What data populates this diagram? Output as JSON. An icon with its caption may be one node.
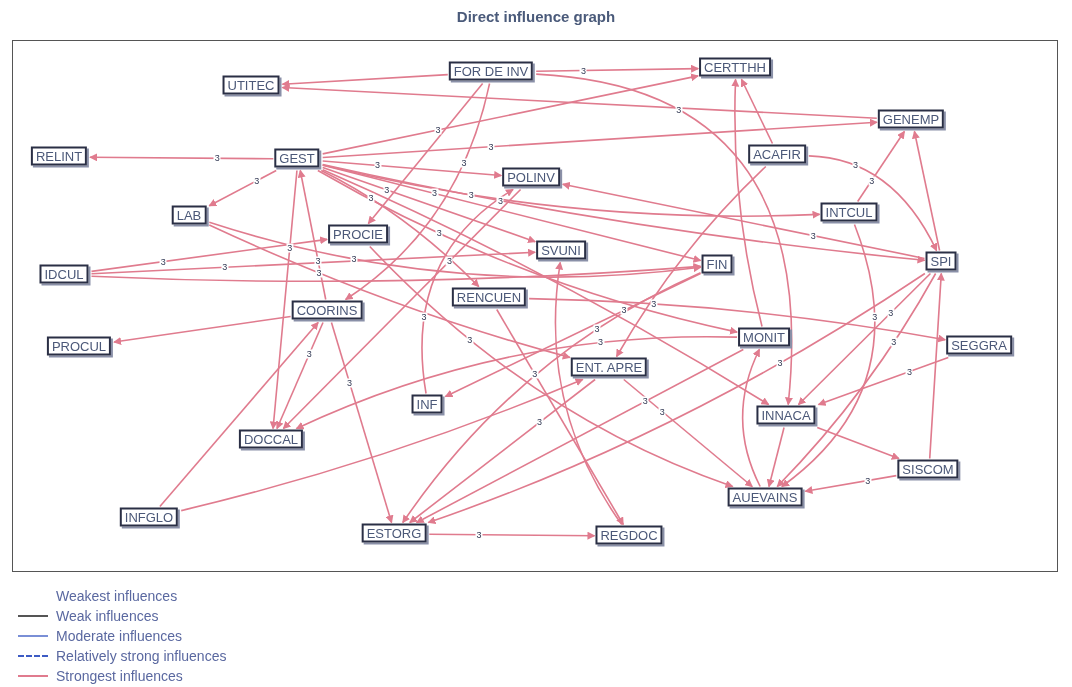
{
  "diagram": {
    "title": "Direct influence graph",
    "nodes": [
      {
        "text": [
          "UTITEC"
        ]
      },
      {
        "text": [
          "FOR DE INV"
        ]
      },
      {
        "text": [
          "CERTTHH"
        ]
      },
      {
        "text": [
          "GENEMP"
        ]
      },
      {
        "text": [
          "RELINT"
        ]
      },
      {
        "text": [
          "GEST"
        ]
      },
      {
        "text": [
          "ACAFIR"
        ]
      },
      {
        "text": [
          "POLINV"
        ]
      },
      {
        "text": [
          "LAB"
        ]
      },
      {
        "text": [
          "INTCUL"
        ]
      },
      {
        "text": [
          "PROCIE"
        ]
      },
      {
        "text": [
          "SVUNI"
        ]
      },
      {
        "text": [
          "IDCUL"
        ]
      },
      {
        "text": [
          "FIN"
        ]
      },
      {
        "text": [
          "SPI"
        ]
      },
      {
        "text": [
          "COORINS"
        ]
      },
      {
        "text": [
          "RENCUEN"
        ]
      },
      {
        "text": [
          "PROCUL"
        ]
      },
      {
        "text": [
          "MONIT"
        ]
      },
      {
        "text": [
          "SEGGRA"
        ]
      },
      {
        "text": [
          "ENT. APRE"
        ]
      },
      {
        "text": [
          "INF"
        ]
      },
      {
        "text": [
          "INNACA"
        ]
      },
      {
        "text": [
          "DOCCAL"
        ]
      },
      {
        "text": [
          "SISCOM"
        ]
      },
      {
        "text": [
          "AUEVAINS"
        ]
      },
      {
        "text": [
          "INFGLO"
        ]
      },
      {
        "text": [
          "ESTORG"
        ]
      },
      {
        "text": [
          "REGDOC"
        ]
      }
    ],
    "edges": [
      {
        "from": 1,
        "to": 0,
        "arrow": "to"
      },
      {
        "from": 3,
        "to": 0,
        "arrow": "to"
      },
      {
        "from": 1,
        "to": 2,
        "arrow": "to",
        "label": "3"
      },
      {
        "from": 5,
        "to": 2,
        "arrow": "to",
        "label": "3"
      },
      {
        "from": 5,
        "to": 3,
        "arrow": "to",
        "label": "3"
      },
      {
        "from": 5,
        "to": 4,
        "arrow": "to",
        "label": "3"
      },
      {
        "from": 5,
        "to": 8,
        "arrow": "to",
        "label": "3"
      },
      {
        "from": 5,
        "to": 7,
        "arrow": "to",
        "label": "3"
      },
      {
        "from": 5,
        "to": 11,
        "arrow": "to",
        "label": "3"
      },
      {
        "from": 5,
        "to": 13,
        "arrow": "to",
        "label": "3"
      },
      {
        "from": 5,
        "to": 16,
        "arrow": "to",
        "label": "3"
      },
      {
        "from": 5,
        "to": 9,
        "arrow": "to",
        "label": "3"
      },
      {
        "from": 5,
        "to": 14,
        "arrow": "to",
        "label": "3"
      },
      {
        "from": 5,
        "to": 18,
        "arrow": "to",
        "label": "3"
      },
      {
        "from": 5,
        "to": 22,
        "arrow": "to"
      },
      {
        "from": 5,
        "to": 23,
        "arrow": "to",
        "label": "3"
      },
      {
        "from": 15,
        "to": 5,
        "arrow": "to",
        "label": "3"
      },
      {
        "from": 15,
        "to": 23,
        "arrow": "to",
        "label": "3"
      },
      {
        "from": 15,
        "to": 27,
        "arrow": "to",
        "label": "3"
      },
      {
        "from": 15,
        "to": 17,
        "arrow": "to"
      },
      {
        "from": 12,
        "to": 11,
        "arrow": "to",
        "label": "3"
      },
      {
        "from": 12,
        "to": 13,
        "arrow": "to"
      },
      {
        "from": 12,
        "to": 10,
        "arrow": "to",
        "label": "3"
      },
      {
        "from": 8,
        "to": 13,
        "arrow": "to",
        "label": "3"
      },
      {
        "from": 8,
        "to": 20,
        "arrow": "to",
        "label": "3"
      },
      {
        "from": 1,
        "to": 15,
        "arrow": "to",
        "label": "3"
      },
      {
        "from": 1,
        "to": 10,
        "arrow": "to"
      },
      {
        "from": 1,
        "to": 22,
        "arrow": "to",
        "label": "3"
      },
      {
        "from": 7,
        "to": 23,
        "arrow": "to",
        "label": "3"
      },
      {
        "from": 14,
        "to": 7,
        "arrow": "to",
        "label": "3"
      },
      {
        "from": 14,
        "to": 3,
        "arrow": "to"
      },
      {
        "from": 14,
        "to": 27,
        "arrow": "to",
        "label": "3"
      },
      {
        "from": 14,
        "to": 22,
        "arrow": "to",
        "label": "3"
      },
      {
        "from": 14,
        "to": 25,
        "arrow": "to",
        "label": "3"
      },
      {
        "from": 6,
        "to": 2,
        "arrow": "to"
      },
      {
        "from": 6,
        "to": 14,
        "arrow": "to",
        "label": "3"
      },
      {
        "from": 6,
        "to": 20,
        "arrow": "to"
      },
      {
        "from": 18,
        "to": 2,
        "arrow": "to"
      },
      {
        "from": 9,
        "to": 25,
        "arrow": "to",
        "label": "3"
      },
      {
        "from": 9,
        "to": 3,
        "arrow": "to",
        "label": "3"
      },
      {
        "from": 13,
        "to": 27,
        "arrow": "to",
        "label": "3"
      },
      {
        "from": 13,
        "to": 21,
        "arrow": "to",
        "label": "3"
      },
      {
        "from": 20,
        "to": 25,
        "arrow": "to",
        "label": "3"
      },
      {
        "from": 20,
        "to": 27,
        "arrow": "to",
        "label": "3"
      },
      {
        "from": 28,
        "to": 11,
        "arrow": "to"
      },
      {
        "from": 27,
        "to": 28,
        "arrow": "to",
        "label": "3"
      },
      {
        "from": 26,
        "to": 15,
        "arrow": "to"
      },
      {
        "from": 26,
        "to": 20,
        "arrow": "to"
      },
      {
        "from": 24,
        "to": 25,
        "arrow": "to",
        "label": "3"
      },
      {
        "from": 24,
        "to": 14,
        "arrow": "to"
      },
      {
        "from": 22,
        "to": 24,
        "arrow": "to"
      },
      {
        "from": 22,
        "to": 25,
        "arrow": "to"
      },
      {
        "from": 25,
        "to": 18,
        "arrow": "to"
      },
      {
        "from": 19,
        "to": 22,
        "arrow": "to",
        "label": "3"
      },
      {
        "from": 16,
        "to": 19,
        "arrow": "to",
        "label": "3"
      },
      {
        "from": 21,
        "to": 7,
        "arrow": "to",
        "label": "3"
      },
      {
        "from": 18,
        "to": 27,
        "arrow": "to",
        "label": "3"
      },
      {
        "from": 18,
        "to": 23,
        "arrow": "to",
        "label": "3"
      },
      {
        "from": 10,
        "to": 25,
        "arrow": "to",
        "label": "3"
      },
      {
        "from": 16,
        "to": 28,
        "arrow": "to",
        "label": "3"
      }
    ],
    "legend": [
      {
        "text": "Weakest influences"
      },
      {
        "text": "Weak influences",
        "color": "#555555"
      },
      {
        "text": "Moderate influences",
        "color": "#7a8fd6"
      },
      {
        "text": "Relatively strong influences",
        "color": "#3d5bc4"
      },
      {
        "text": "Strongest influences",
        "color": "#e07b8e"
      }
    ]
  }
}
